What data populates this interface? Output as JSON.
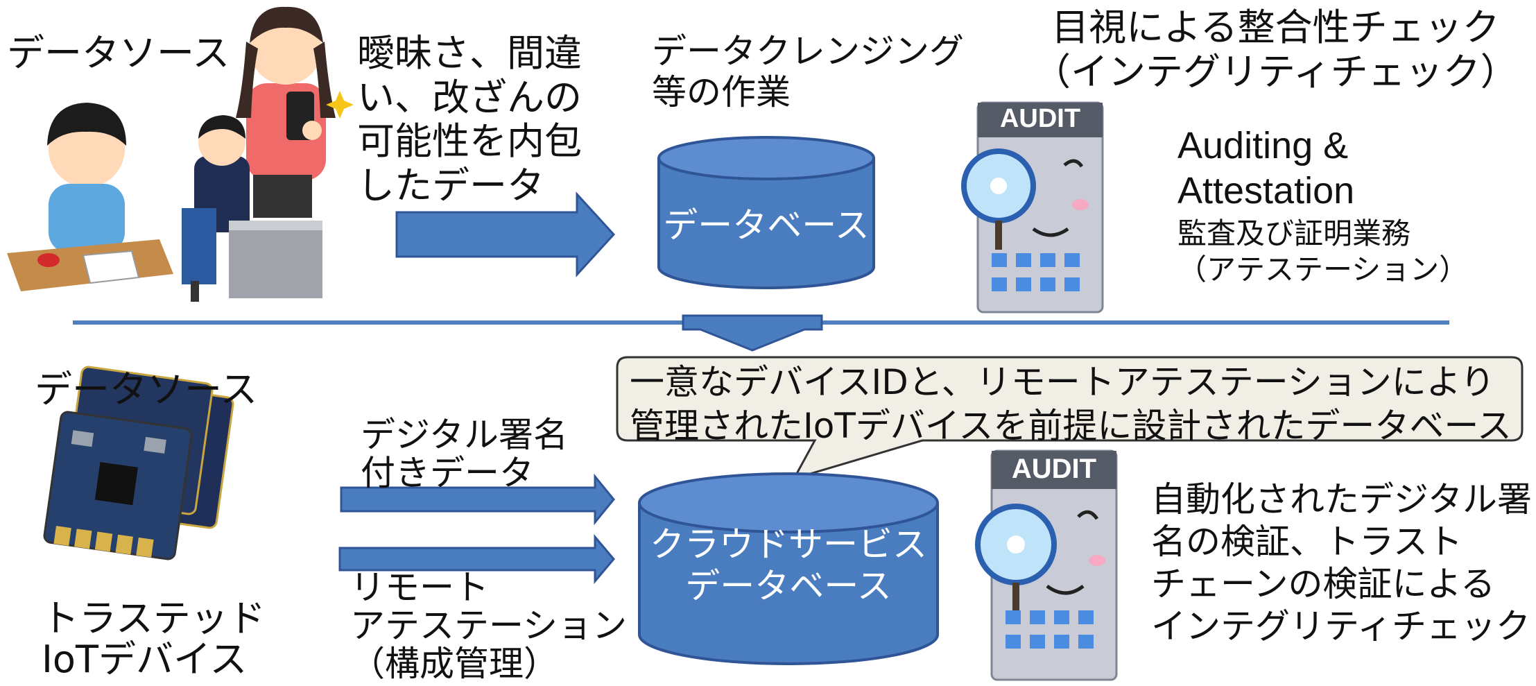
{
  "top": {
    "source_label": "データソース",
    "ambiguity_text": "曖昧さ、間違\nい、改ざんの\n可能性を内包\nしたデータ",
    "cleansing_text": "データクレンジング\n等の作業",
    "database_label": "データベース",
    "integrity_check_title": "目視による整合性チェック\n（インテグリティチェック）",
    "auditing_en": "Auditing &\nAttestation",
    "auditing_jp": "監査及び証明業務",
    "attestation_jp": "（アテステーション）",
    "audit_badge": "AUDIT"
  },
  "bottom": {
    "source_label": "データソース",
    "signed_data_text": "デジタル署名\n付きデータ",
    "remote_attestation_text": "リモート\nアテステーション\n（構成管理）",
    "trusted_device_label": "トラステッド\nIoTデバイス",
    "cloud_db_label": "クラウドサービス\nデータベース",
    "callout_text": "一意なデバイスIDと、リモートアテステーションにより\n管理されたIoTデバイスを前提に設計されたデータベース",
    "automated_check_text": "自動化されたデジタル署\n名の検証、トラスト\nチェーンの検証による\nインテグリティチェック",
    "audit_badge": "AUDIT"
  },
  "colors": {
    "db_fill": "#4a7cc0",
    "db_stroke": "#2f5597",
    "arrow_fill": "#4a7cc0",
    "divider": "#4f7fbf",
    "callout_bg": "#f1efe5"
  }
}
